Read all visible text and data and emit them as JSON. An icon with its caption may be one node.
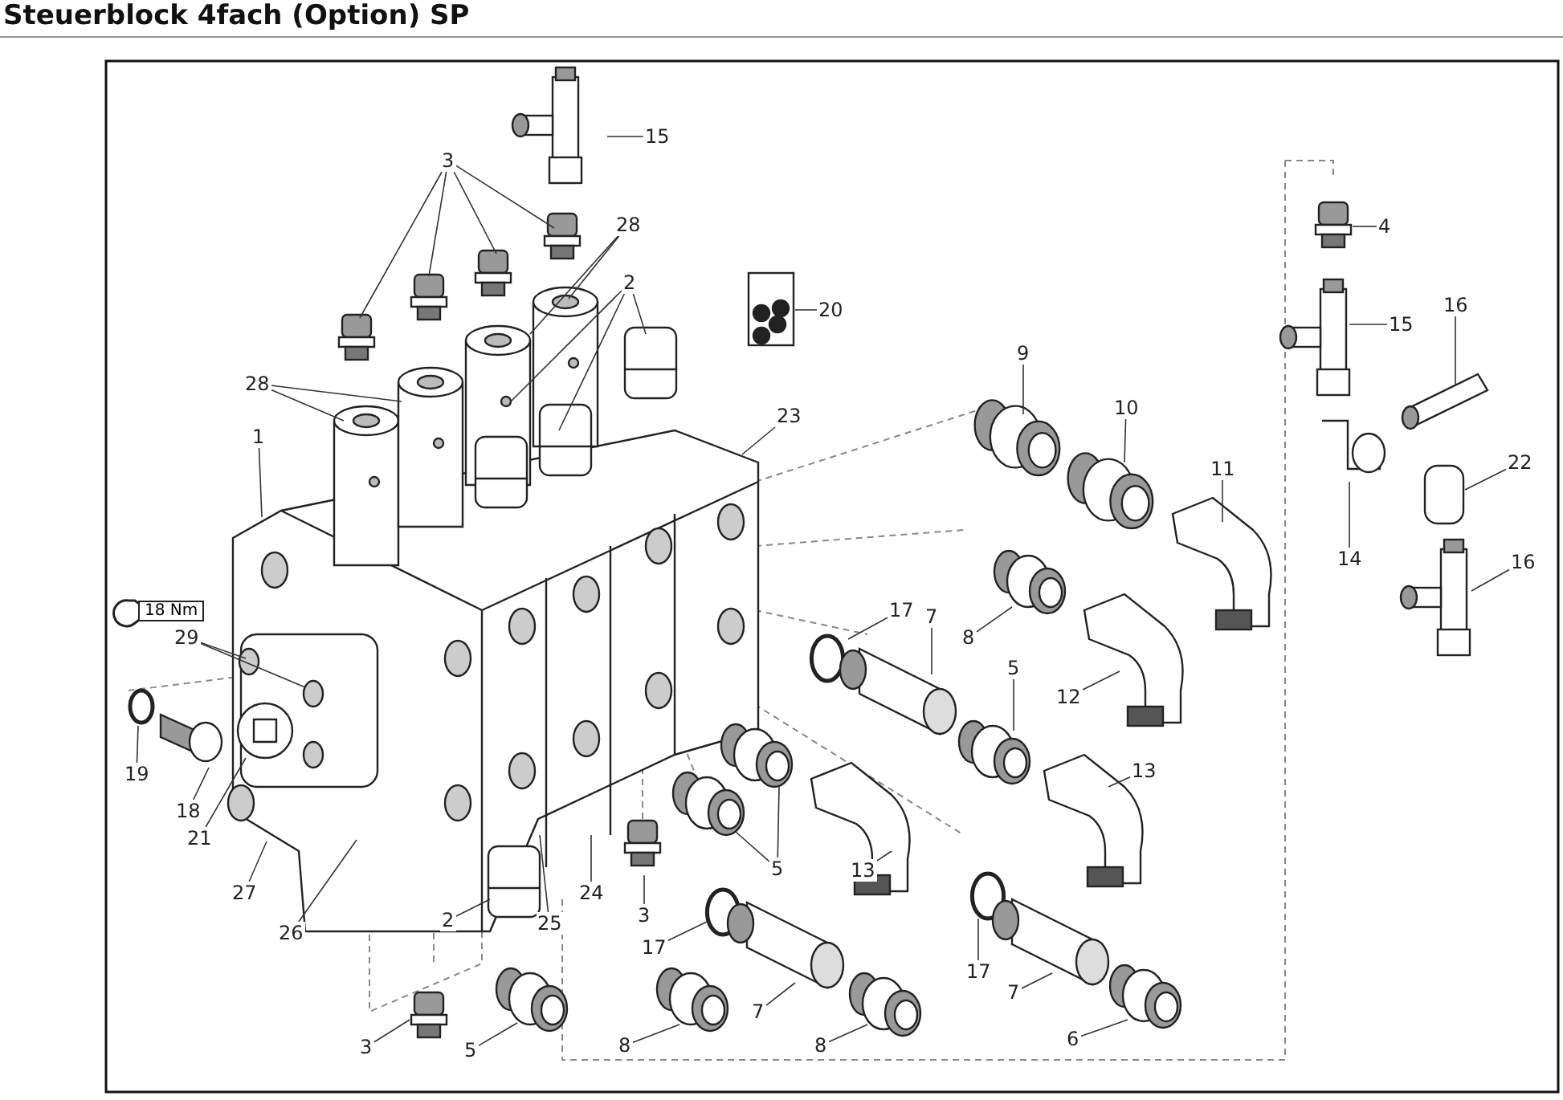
{
  "diagram": {
    "title": "Steuerblock 4fach (Option) SP",
    "nodes": [
      {
        "text": [
          "15"
        ]
      },
      {
        "text": [
          "3"
        ]
      },
      {
        "text": [
          "28"
        ]
      },
      {
        "text": [
          "2"
        ]
      },
      {
        "text": [
          "20"
        ]
      },
      {
        "text": [
          "9"
        ]
      },
      {
        "text": [
          "28"
        ]
      },
      {
        "text": [
          "10"
        ]
      },
      {
        "text": [
          "23"
        ]
      },
      {
        "text": [
          "1"
        ]
      },
      {
        "text": [
          "11"
        ]
      },
      {
        "text": [
          "4"
        ]
      },
      {
        "text": [
          "15"
        ]
      },
      {
        "text": [
          "16"
        ]
      },
      {
        "text": [
          "14"
        ]
      },
      {
        "text": [
          "22"
        ]
      },
      {
        "text": [
          "16"
        ]
      },
      {
        "text": [
          "29"
        ]
      },
      {
        "text": [
          "17"
        ]
      },
      {
        "text": [
          "7"
        ]
      },
      {
        "text": [
          "8"
        ]
      },
      {
        "text": [
          "5"
        ]
      },
      {
        "text": [
          "12"
        ]
      },
      {
        "text": [
          "19"
        ]
      },
      {
        "text": [
          "18"
        ]
      },
      {
        "text": [
          "13"
        ]
      },
      {
        "text": [
          "21"
        ]
      },
      {
        "text": [
          "27"
        ]
      },
      {
        "text": [
          "26"
        ]
      },
      {
        "text": [
          "24"
        ]
      },
      {
        "text": [
          "5"
        ]
      },
      {
        "text": [
          "13"
        ]
      },
      {
        "text": [
          "2"
        ]
      },
      {
        "text": [
          "25"
        ]
      },
      {
        "text": [
          "3"
        ]
      },
      {
        "text": [
          "17"
        ]
      },
      {
        "text": [
          "17"
        ]
      },
      {
        "text": [
          "7"
        ]
      },
      {
        "text": [
          "7"
        ]
      },
      {
        "text": [
          "3"
        ]
      },
      {
        "text": [
          "5"
        ]
      },
      {
        "text": [
          "8"
        ]
      },
      {
        "text": [
          "8"
        ]
      },
      {
        "text": [
          "6"
        ]
      }
    ],
    "edges": [
      {
        "from": 0,
        "to": null,
        "arrow": "none"
      },
      {
        "from": 1,
        "to": null,
        "arrow": "none"
      },
      {
        "from": 1,
        "to": null,
        "arrow": "none"
      },
      {
        "from": 1,
        "to": null,
        "arrow": "none"
      },
      {
        "from": 1,
        "to": null,
        "arrow": "none"
      },
      {
        "from": 2,
        "to": null,
        "arrow": "none"
      },
      {
        "from": 2,
        "to": null,
        "arrow": "none"
      },
      {
        "from": 3,
        "to": null,
        "arrow": "none"
      },
      {
        "from": 3,
        "to": null,
        "arrow": "none"
      },
      {
        "from": 3,
        "to": null,
        "arrow": "none"
      },
      {
        "from": 4,
        "to": null,
        "arrow": "none"
      },
      {
        "from": 5,
        "to": null,
        "arrow": "none"
      },
      {
        "from": 6,
        "to": null,
        "arrow": "none"
      },
      {
        "from": 6,
        "to": null,
        "arrow": "none"
      },
      {
        "from": 7,
        "to": null,
        "arrow": "none"
      },
      {
        "from": 8,
        "to": null,
        "arrow": "none"
      },
      {
        "from": 9,
        "to": null,
        "arrow": "none"
      },
      {
        "from": 10,
        "to": null,
        "arrow": "none"
      },
      {
        "from": 11,
        "to": null,
        "arrow": "none"
      },
      {
        "from": 12,
        "to": null,
        "arrow": "none"
      },
      {
        "from": 13,
        "to": null,
        "arrow": "none"
      },
      {
        "from": 14,
        "to": null,
        "arrow": "none"
      },
      {
        "from": 15,
        "to": null,
        "arrow": "none"
      },
      {
        "from": 16,
        "to": null,
        "arrow": "none"
      },
      {
        "from": 17,
        "to": null,
        "arrow": "none"
      },
      {
        "from": 17,
        "to": null,
        "arrow": "none"
      },
      {
        "from": 18,
        "to": null,
        "arrow": "none"
      },
      {
        "from": 19,
        "to": null,
        "arrow": "none"
      },
      {
        "from": 20,
        "to": null,
        "arrow": "none"
      },
      {
        "from": 21,
        "to": null,
        "arrow": "none"
      },
      {
        "from": 22,
        "to": null,
        "arrow": "none"
      },
      {
        "from": 23,
        "to": null,
        "arrow": "none"
      },
      {
        "from": 24,
        "to": null,
        "arrow": "none"
      },
      {
        "from": 25,
        "to": null,
        "arrow": "none"
      },
      {
        "from": 26,
        "to": null,
        "arrow": "none"
      },
      {
        "from": 27,
        "to": null,
        "arrow": "none"
      },
      {
        "from": 28,
        "to": null,
        "arrow": "none"
      },
      {
        "from": 29,
        "to": null,
        "arrow": "none"
      },
      {
        "from": 30,
        "to": null,
        "arrow": "none"
      },
      {
        "from": 30,
        "to": null,
        "arrow": "none"
      },
      {
        "from": 31,
        "to": null,
        "arrow": "none"
      },
      {
        "from": 32,
        "to": null,
        "arrow": "none"
      },
      {
        "from": 33,
        "to": null,
        "arrow": "none"
      },
      {
        "from": 34,
        "to": null,
        "arrow": "none"
      },
      {
        "from": 35,
        "to": null,
        "arrow": "none"
      },
      {
        "from": 36,
        "to": null,
        "arrow": "none"
      },
      {
        "from": 37,
        "to": null,
        "arrow": "none"
      },
      {
        "from": 38,
        "to": null,
        "arrow": "none"
      },
      {
        "from": 39,
        "to": null,
        "arrow": "none"
      },
      {
        "from": 40,
        "to": null,
        "arrow": "none"
      },
      {
        "from": 41,
        "to": null,
        "arrow": "none"
      },
      {
        "from": 42,
        "to": null,
        "arrow": "none"
      },
      {
        "from": 43,
        "to": null,
        "arrow": "none"
      }
    ],
    "labels": [
      "18 Nm"
    ]
  }
}
